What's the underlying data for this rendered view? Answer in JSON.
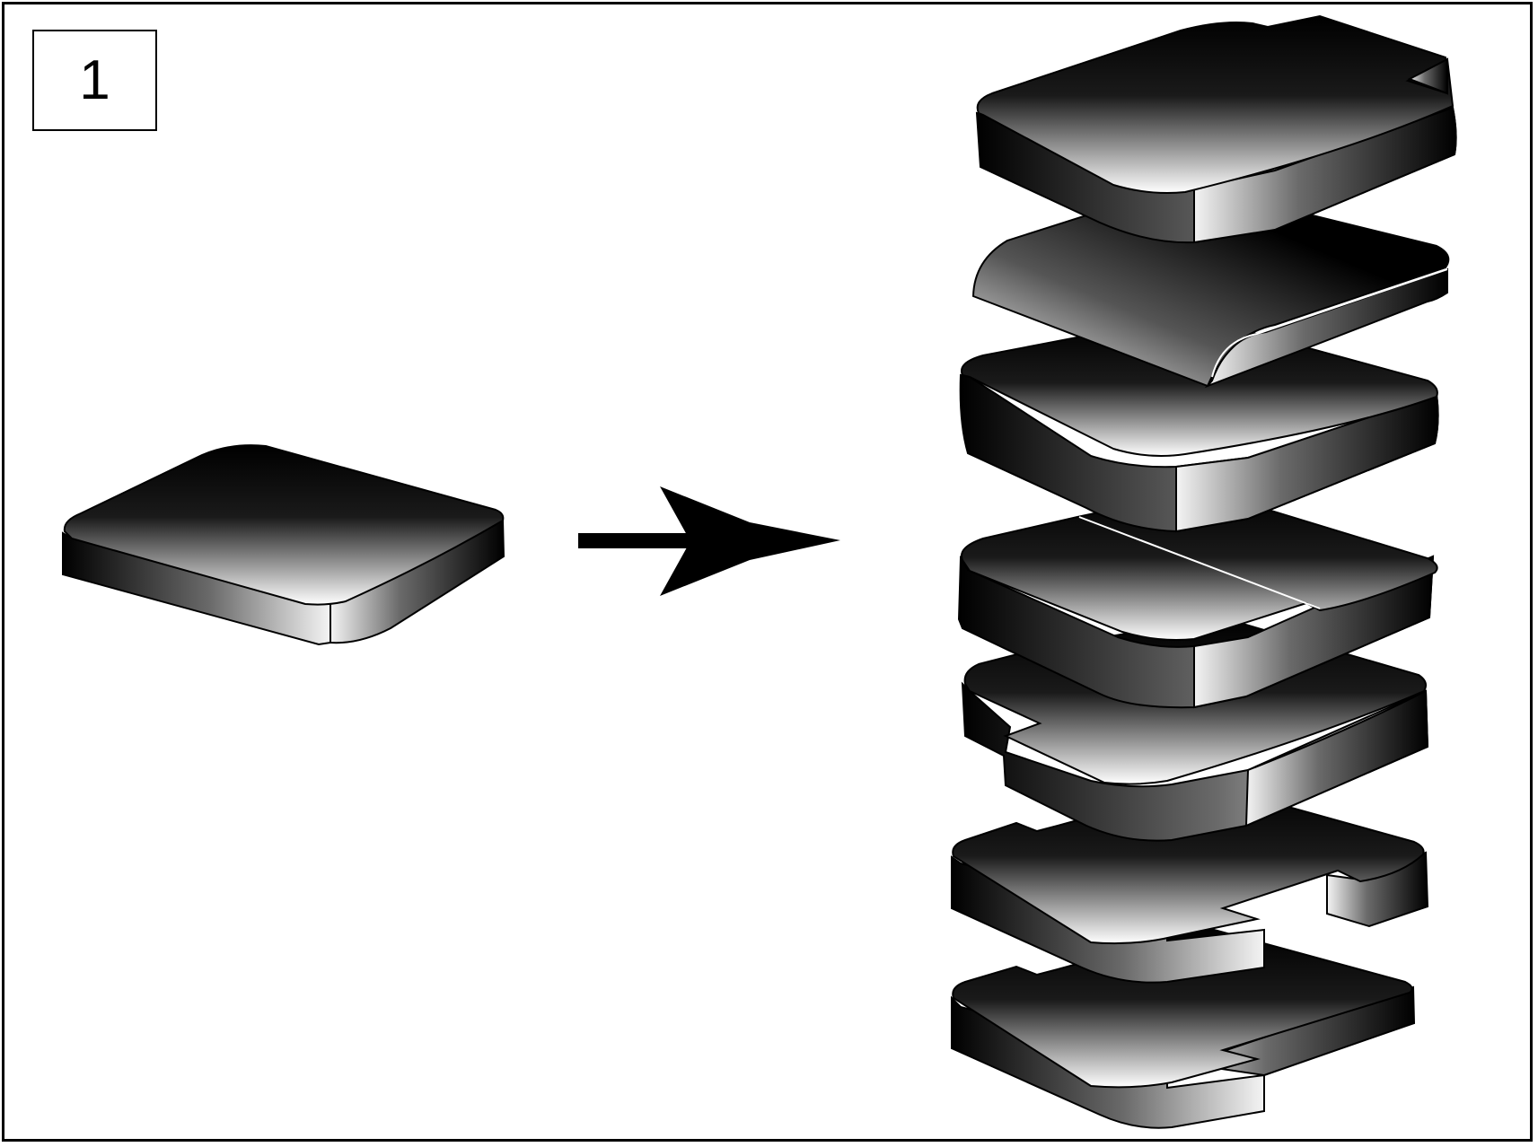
{
  "figure": {
    "step_number": "1",
    "description_of_step": "",
    "source_item": "rectangular-cushion-pad",
    "result_items": [
      "cushion-segment-top",
      "cushion-segment-curved",
      "cushion-segment-rectangular",
      "cushion-segment-split",
      "cushion-segment-notched-left",
      "cushion-segment-notched-right",
      "cushion-segment-bottom"
    ]
  },
  "colors": {
    "line": "#000000",
    "background": "#ffffff"
  }
}
